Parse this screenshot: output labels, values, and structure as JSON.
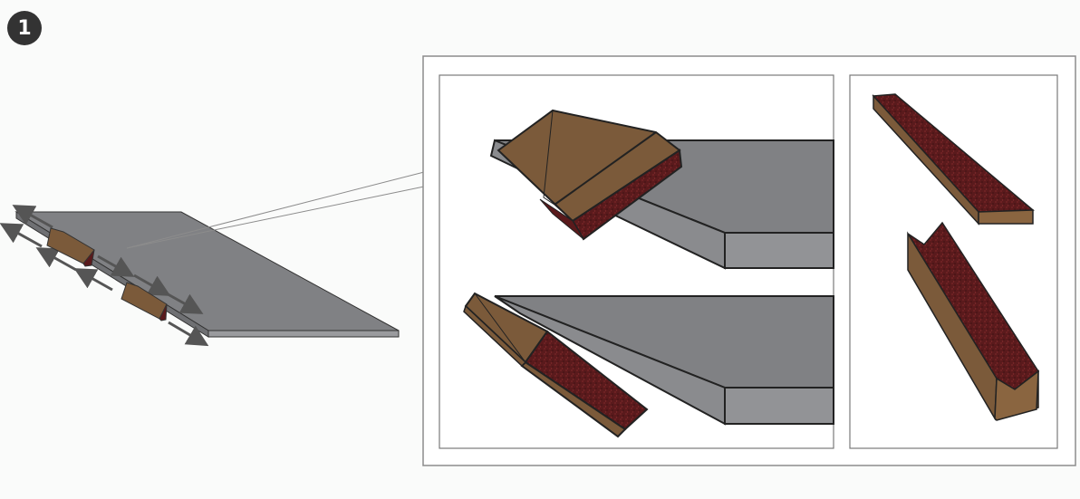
{
  "step": {
    "number": "1"
  },
  "colors": {
    "background": "#fafbfa",
    "board_top": "#808184",
    "board_side": "#929396",
    "outline": "#222222",
    "block_tan": "#7b5a3a",
    "block_light": "#8a6540",
    "abrasive_red": "#5a1a1c",
    "frame_border": "#8c8c8c",
    "arrow": "#555555"
  },
  "icons": [
    "step-number-badge",
    "double-arrow-icon"
  ],
  "panels": [
    {
      "name": "overview",
      "description_visible": false
    },
    {
      "name": "detail-angles",
      "description_visible": false
    },
    {
      "name": "detail-blocks",
      "description_visible": false
    }
  ]
}
